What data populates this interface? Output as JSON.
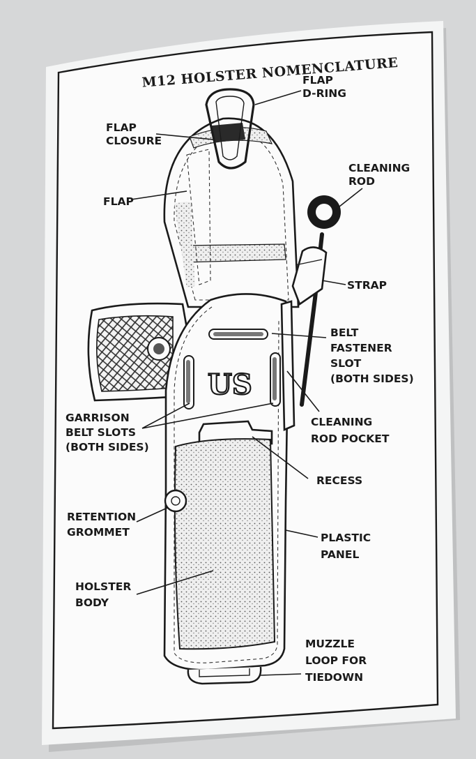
{
  "title": "M12 HOLSTER NOMENCLATURE",
  "us_mark": "US",
  "labels": {
    "flap_d_ring": [
      "FLAP",
      "D-RING"
    ],
    "flap_closure": [
      "FLAP",
      "CLOSURE"
    ],
    "cleaning_rod": [
      "CLEANING",
      "ROD"
    ],
    "flap": [
      "FLAP"
    ],
    "strap": [
      "STRAP"
    ],
    "belt_fastener_slot": [
      "BELT",
      "FASTENER",
      "SLOT",
      "(BOTH SIDES)"
    ],
    "garrison_belt_slots": [
      "GARRISON",
      "BELT SLOTS",
      "(BOTH SIDES)"
    ],
    "cleaning_rod_pocket": [
      "CLEANING",
      "ROD POCKET"
    ],
    "recess": [
      "RECESS"
    ],
    "retention_grommet": [
      "RETENTION",
      "GROMMET"
    ],
    "plastic_panel": [
      "PLASTIC",
      "PANEL"
    ],
    "holster_body": [
      "HOLSTER",
      "BODY"
    ],
    "muzzle_loop": [
      "MUZZLE",
      "LOOP FOR",
      "TIEDOWN"
    ]
  }
}
